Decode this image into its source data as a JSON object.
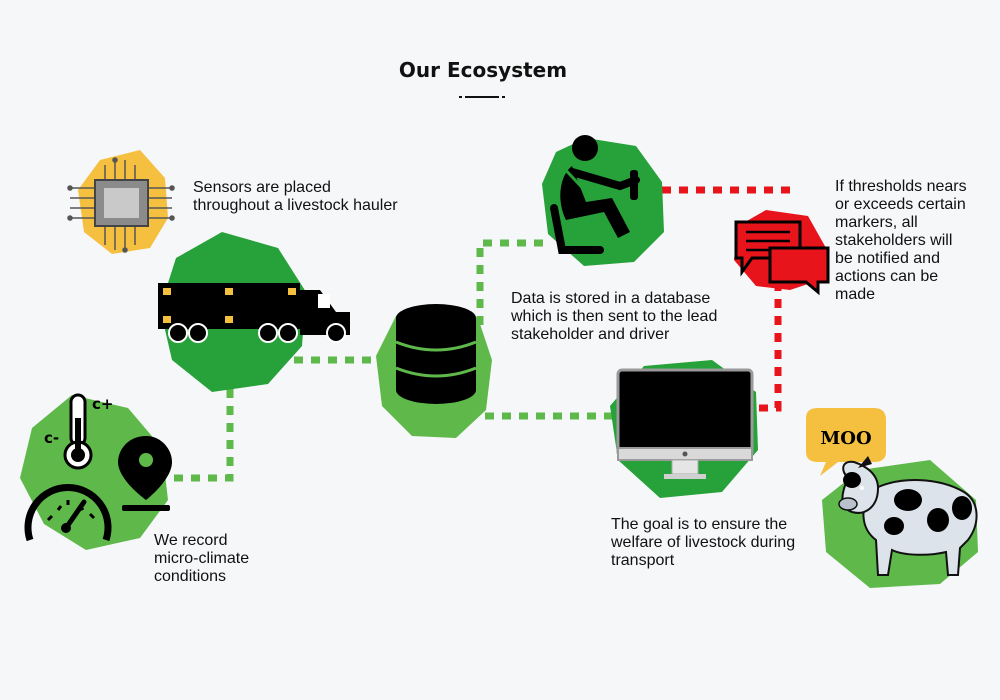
{
  "title": "Our Ecosystem",
  "steps": {
    "sensors": {
      "lines": [
        "Sensors are placed",
        "throughout a livestock hauler"
      ],
      "icon": "microchip-icon"
    },
    "truck": {
      "icon": "truck-icon"
    },
    "record": {
      "lines": [
        "We record",
        "micro-climate",
        "conditions"
      ],
      "icon": "thermometer-gauge-pin-icon"
    },
    "database": {
      "lines": [
        "Data is stored in a database",
        "which is then sent to the lead",
        "stakeholder and driver"
      ],
      "icon": "database-icon"
    },
    "driver": {
      "icon": "driver-icon"
    },
    "alert": {
      "lines": [
        "If thresholds nears",
        "or exceeds certain",
        "markers, all",
        "stakeholders will",
        "be notified and",
        "actions can be",
        "made"
      ],
      "icon": "chat-bubbles-icon"
    },
    "monitor": {
      "icon": "monitor-icon"
    },
    "goal": {
      "lines": [
        "The goal is to ensure the",
        "welfare of livestock during",
        "transport"
      ]
    },
    "cow": {
      "speech": "MOO",
      "icon": "cow-icon"
    }
  },
  "colors": {
    "green": "#27a139",
    "light_green": "#5fb84a",
    "red": "#e8141c",
    "yellow": "#f5c040",
    "black": "#000000"
  }
}
